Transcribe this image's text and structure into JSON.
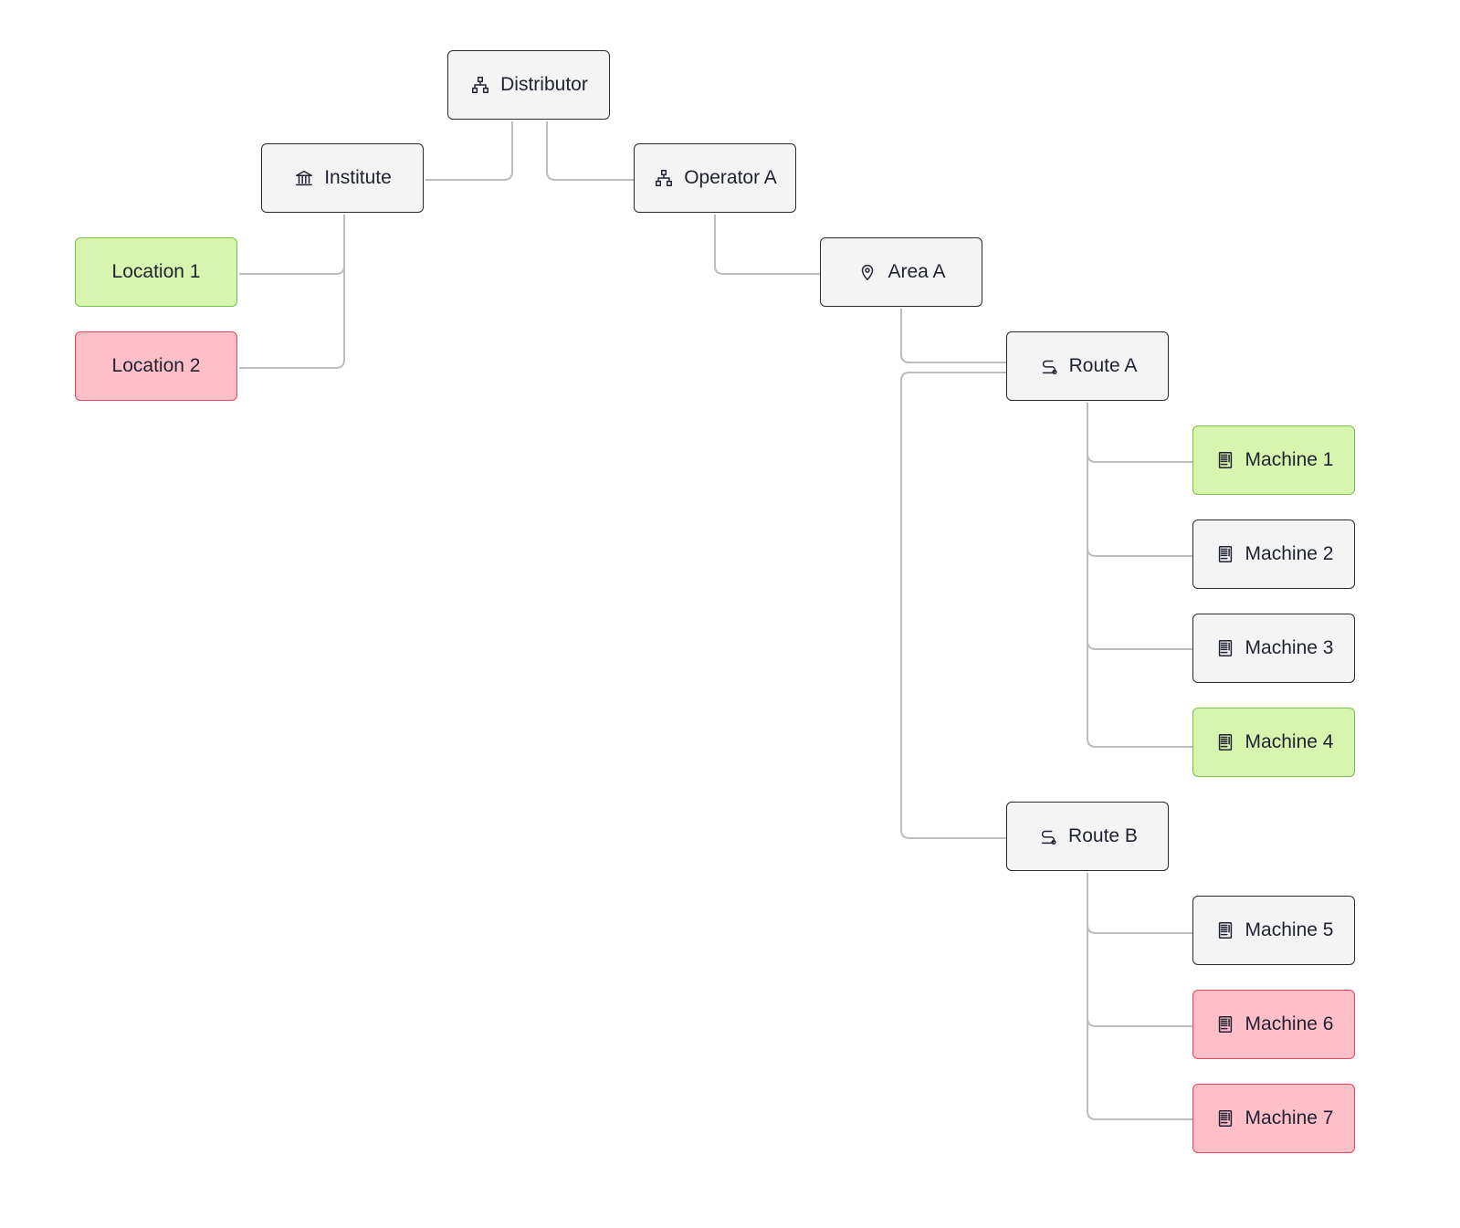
{
  "nodes": {
    "distributor": {
      "label": "Distributor",
      "icon": "network-icon",
      "status": "neutral"
    },
    "institute": {
      "label": "Institute",
      "icon": "bank-icon",
      "status": "neutral"
    },
    "operator_a": {
      "label": "Operator A",
      "icon": "network-icon",
      "status": "neutral"
    },
    "location_1": {
      "label": "Location 1",
      "icon": "",
      "status": "ok"
    },
    "location_2": {
      "label": "Location 2",
      "icon": "",
      "status": "error"
    },
    "area_a": {
      "label": "Area A",
      "icon": "map-pin-icon",
      "status": "neutral"
    },
    "route_a": {
      "label": "Route A",
      "icon": "route-icon",
      "status": "neutral"
    },
    "machine_1": {
      "label": "Machine 1",
      "icon": "vending-machine-icon",
      "status": "ok"
    },
    "machine_2": {
      "label": "Machine 2",
      "icon": "vending-machine-icon",
      "status": "neutral"
    },
    "machine_3": {
      "label": "Machine 3",
      "icon": "vending-machine-icon",
      "status": "neutral"
    },
    "machine_4": {
      "label": "Machine 4",
      "icon": "vending-machine-icon",
      "status": "ok"
    },
    "route_b": {
      "label": "Route B",
      "icon": "route-icon",
      "status": "neutral"
    },
    "machine_5": {
      "label": "Machine 5",
      "icon": "vending-machine-icon",
      "status": "neutral"
    },
    "machine_6": {
      "label": "Machine 6",
      "icon": "vending-machine-icon",
      "status": "error"
    },
    "machine_7": {
      "label": "Machine 7",
      "icon": "vending-machine-icon",
      "status": "error"
    }
  },
  "edges": [
    [
      "distributor",
      "institute"
    ],
    [
      "distributor",
      "operator_a"
    ],
    [
      "institute",
      "location_1"
    ],
    [
      "institute",
      "location_2"
    ],
    [
      "operator_a",
      "area_a"
    ],
    [
      "area_a",
      "route_a"
    ],
    [
      "area_a",
      "route_b"
    ],
    [
      "route_a",
      "machine_1"
    ],
    [
      "route_a",
      "machine_2"
    ],
    [
      "route_a",
      "machine_3"
    ],
    [
      "route_a",
      "machine_4"
    ],
    [
      "route_b",
      "machine_5"
    ],
    [
      "route_b",
      "machine_6"
    ],
    [
      "route_b",
      "machine_7"
    ]
  ],
  "colors": {
    "neutral_fill": "#f4f4f4",
    "neutral_border": "#2b2b2b",
    "ok_fill": "#d8f5b0",
    "ok_border": "#79c04a",
    "error_fill": "#ffbfc8",
    "error_border": "#e8475e",
    "connector": "#bdbdbd",
    "text": "#1f2230"
  }
}
